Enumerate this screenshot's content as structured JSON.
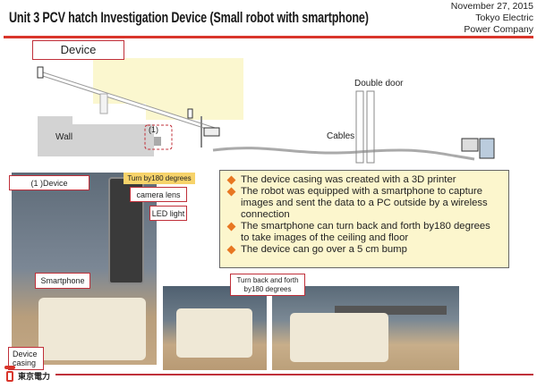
{
  "header": {
    "title": "Unit 3 PCV hatch Investigation  Device (Small robot with smartphone)",
    "date": "November 27, 2015",
    "company_line1": "Tokyo Electric",
    "company_line2": "Power Company"
  },
  "diagram": {
    "title": "Device",
    "wall": "Wall",
    "marker": "(1)",
    "cables": "Cables",
    "double_door": "Double door"
  },
  "bullets": [
    "The device casing was created with a 3D printer",
    "The robot was equipped with a smartphone to capture images and sent the data to a PC outside by a wireless connection",
    "The smartphone can turn back and forth by180 degrees to take images of the ceiling and floor",
    "The device can go over a 5 cm bump"
  ],
  "photo_labels": {
    "device": "(1 )Device",
    "turn": "Turn by180 degrees",
    "camera_lens": "camera lens",
    "led_light": "LED light",
    "smartphone": "Smartphone",
    "casing": "Device casing",
    "turn_back": "Turn back and forth by180 degrees"
  },
  "footer": {
    "logo_text": "東京電力"
  },
  "colors": {
    "accent": "#d9352b",
    "bullet": "#e87722",
    "box": "#fcf6cd"
  }
}
